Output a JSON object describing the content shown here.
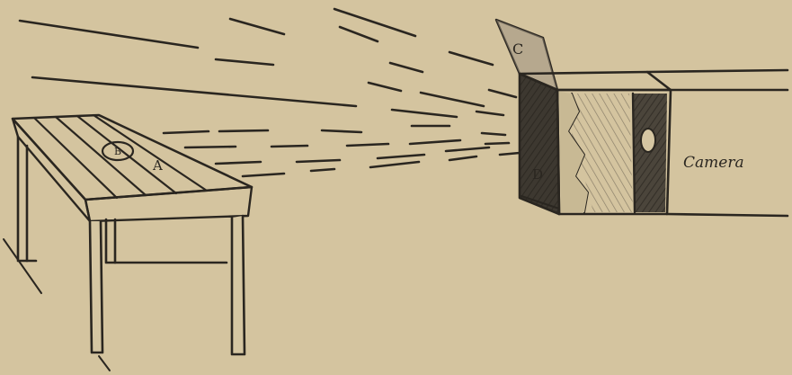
{
  "labels": {
    "table_a": "A",
    "object_b": "B",
    "flap_c": "C",
    "box_d": "D",
    "camera": "Camera"
  },
  "colors": {
    "paper": "#d8c9a5",
    "ink": "#2a2620",
    "shade": "#7a7264"
  }
}
